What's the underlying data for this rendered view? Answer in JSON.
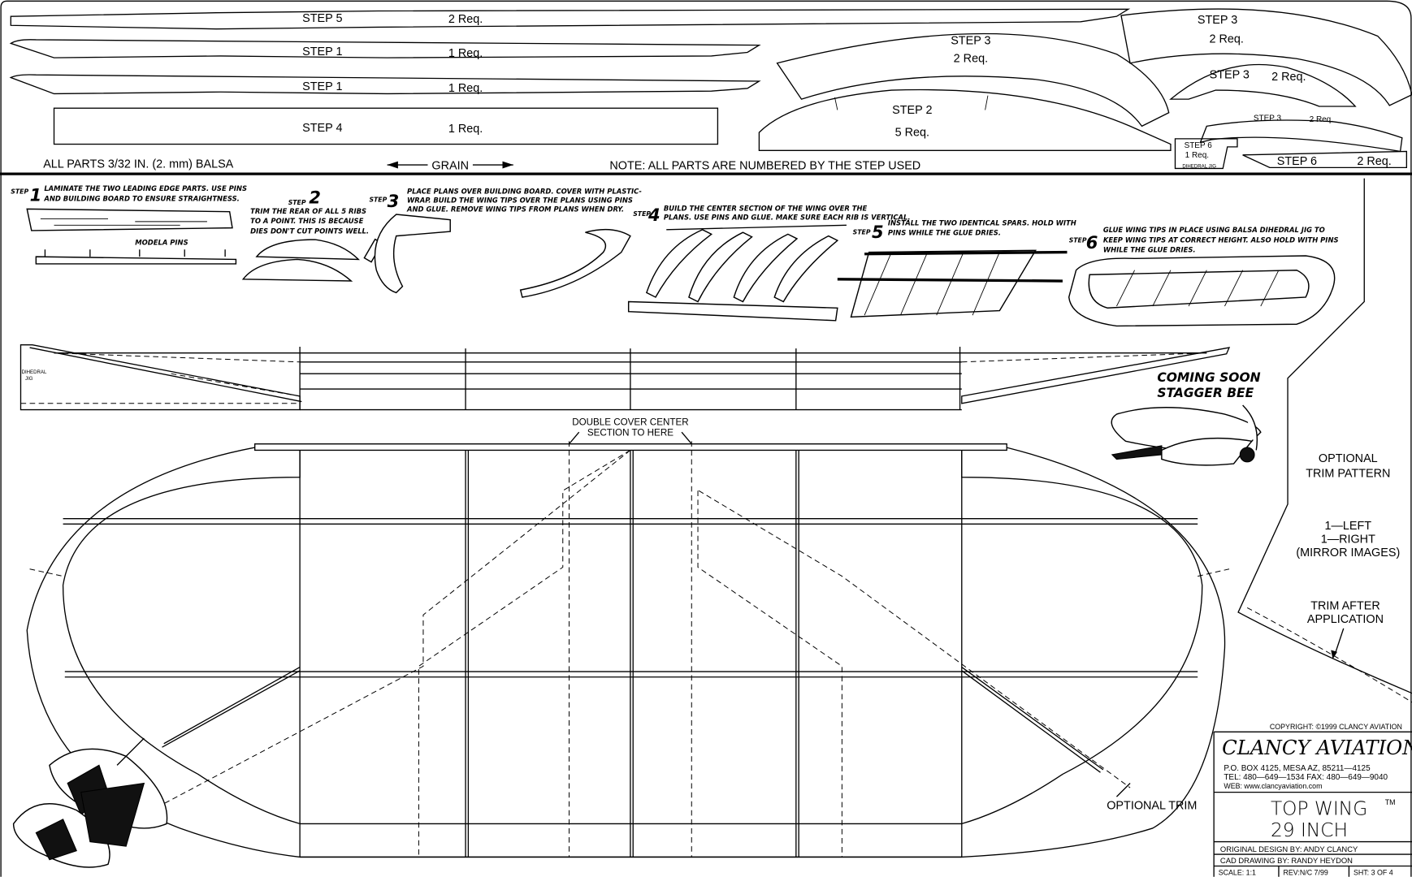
{
  "parts": [
    {
      "step": "STEP 5",
      "qty": "2 Req."
    },
    {
      "step": "STEP 1",
      "qty": "1 Req."
    },
    {
      "step": "STEP 1",
      "qty": "1 Req."
    },
    {
      "step": "STEP 4",
      "qty": "1 Req."
    },
    {
      "step": "STEP 3",
      "qty": "2 Req."
    },
    {
      "step": "STEP 2",
      "qty": "5 Req."
    },
    {
      "step": "STEP 3",
      "qty": "2 Req."
    },
    {
      "step": "STEP 3",
      "qty": "2 Req."
    },
    {
      "step": "STEP 3",
      "qty": "2 Req."
    },
    {
      "step": "STEP 6",
      "qty": "1 Req.",
      "name": "DIHEDRAL JIG"
    },
    {
      "step": "STEP 6",
      "qty": "2 Req."
    }
  ],
  "notes": {
    "material": "ALL PARTS 3/32 IN. (2.   mm) BALSA",
    "grain": "GRAIN",
    "numbering": "NOTE: ALL PARTS ARE NUMBERED BY THE STEP USED"
  },
  "steps": [
    {
      "label": "STEP",
      "num": "1",
      "lines": [
        "LAMINATE THE TWO LEADING  EDGE PARTS. USE PINS",
        "AND BUILDING BOARD TO  ENSURE  STRAIGHTNESS."
      ],
      "callout": "MODELA PINS"
    },
    {
      "label": "STEP",
      "num": "2",
      "lines": [
        "TRIM THE REAR OF ALL 5 RIBS",
        "TO A POINT. THIS IS BECAUSE",
        "DIES DON'T CUT POINTS WELL."
      ]
    },
    {
      "label": "STEP",
      "num": "3",
      "lines": [
        "PLACE PLANS OVER BUILDING BOARD. COVER WITH PLASTIC-",
        "WRAP. BUILD THE WING TIPS OVER THE PLANS USING PINS",
        "AND GLUE. REMOVE WING TIPS FROM PLANS WHEN DRY."
      ]
    },
    {
      "label": "STEP",
      "num": "4",
      "lines": [
        "BUILD THE CENTER SECTION OF THE WING OVER THE",
        "PLANS. USE PINS AND GLUE. MAKE SURE EACH RIB IS VERTICAL."
      ]
    },
    {
      "label": "STEP",
      "num": "5",
      "lines": [
        "INSTALL THE TWO IDENTICAL SPARS. HOLD WITH",
        "PINS WHILE THE GLUE DRIES."
      ]
    },
    {
      "label": "STEP",
      "num": "6",
      "lines": [
        "GLUE WING TIPS IN PLACE USING BALSA DIHEDRAL JIG TO",
        "KEEP WING TIPS AT CORRECT HEIGHT. ALSO HOLD WITH PINS",
        "WHILE THE GLUE DRIES."
      ]
    }
  ],
  "jig_label": [
    "DIHEDRAL",
    "JIG"
  ],
  "promo": [
    "COMING SOON",
    "STAGGER BEE"
  ],
  "annotations": {
    "double_cover": [
      "DOUBLE COVER CENTER",
      "SECTION TO HERE"
    ],
    "optional_trim": "OPTIONAL TRIM",
    "trim_pattern": [
      "OPTIONAL",
      "TRIM  PATTERN"
    ],
    "mirror": [
      "1—LEFT",
      "1—RIGHT",
      "(MIRROR  IMAGES)"
    ],
    "trim_after": [
      "TRIM  AFTER",
      "APPLICATION"
    ]
  },
  "title_block": {
    "copyright": "COPYRIGHT: ©1999  CLANCY  AVIATION",
    "company": "CLANCY  AVIATION",
    "address": "P.O. BOX 4125,   MESA AZ,   85211—4125",
    "phone": "TEL: 480—649—1534     FAX: 480—649—9040",
    "web": "WEB:  www.clancyaviation.com",
    "title": "TOP    WING",
    "tm": "TM",
    "size": "29  INCH",
    "design": "ORIGINAL  DESIGN  BY:  ANDY  CLANCY",
    "cad": "CAD  DRAWING  BY:  RANDY  HEYDON",
    "scale": "SCALE:  1:1",
    "rev": "REV:N/C    7/99",
    "sheet": "SHT: 3  OF 4"
  }
}
